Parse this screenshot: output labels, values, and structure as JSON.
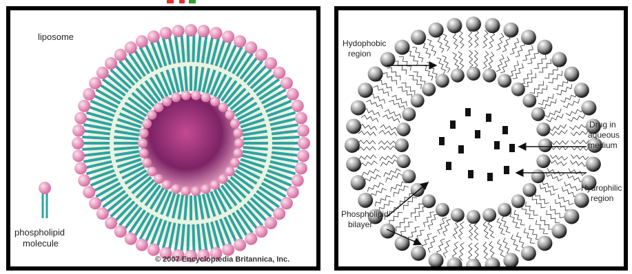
{
  "left": {
    "title": "liposome",
    "molecule_label_line1": "phospholipid",
    "molecule_label_line2": "molecule",
    "copyright": "© 2007 Encyclopædia Britannica, Inc."
  },
  "right": {
    "hydrophobic_line1": "Hydophobic",
    "hydrophobic_line2": "region",
    "drug_line1": "Drug in",
    "drug_line2": "aqueous",
    "drug_line3": "medium",
    "hydrophilic_line1": "Hydrophilic",
    "hydrophilic_line2": "region",
    "bilayer_line1": "Phospholipid",
    "bilayer_line2": "bilayer"
  },
  "colors": {
    "head_pink": "#e8a0c0",
    "tail_teal": "#2fa3a0",
    "core_purple": "#8a2a6e",
    "frame": "#000000"
  }
}
